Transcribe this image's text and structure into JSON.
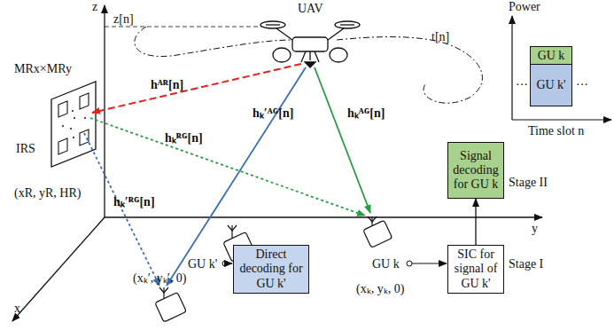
{
  "diagram": {
    "nodes": [
      {
        "text": [
          "GU k"
        ]
      },
      {
        "text": [
          "GU k'"
        ]
      },
      {
        "text": [
          "Signal decoding for GU k"
        ]
      },
      {
        "text": [
          "Direct decoding for GU k'"
        ]
      },
      {
        "text": [
          "SIC for signal of GU k'"
        ]
      }
    ],
    "edges": [
      {
        "from": 4,
        "to": 2,
        "arrow": "to"
      }
    ],
    "labels": [
      "z",
      "z[n]",
      "UAV",
      "t[n]",
      "Power",
      "···",
      "···",
      "Time slot n",
      "hᴬᴿ[n]",
      "MRx×MRy",
      "IRS",
      "hₖᴿᴳ[n]",
      "hₖ′ᴬᴳ[n]",
      "hₖᴬᴳ[n]",
      "y",
      "x",
      "(xR, yR, HR)",
      "hₖ′ᴿᴳ[n]",
      "GU k'",
      "(xₖ′, yₖ′, 0)",
      "GU k",
      "(xₖ, yₖ, 0)",
      "Stage II",
      "Stage I"
    ]
  }
}
